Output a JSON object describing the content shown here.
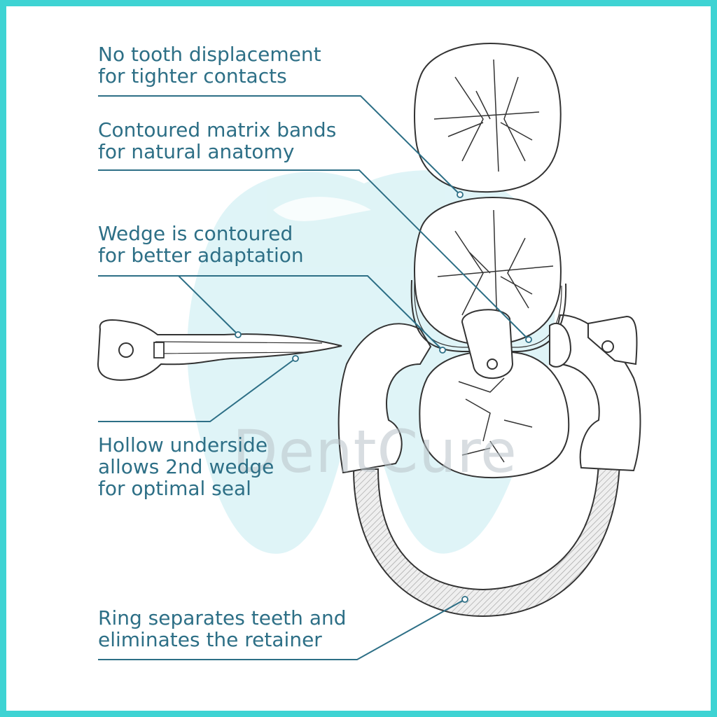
{
  "callouts": [
    {
      "line1": "No tooth displacement",
      "line2": "for tighter contacts"
    },
    {
      "line1": "Contoured matrix bands",
      "line2": "for natural anatomy"
    },
    {
      "line1": "Wedge is contoured",
      "line2": "for better adaptation"
    },
    {
      "line1": "Hollow underside",
      "line2": "allows 2nd wedge",
      "line3": "for optimal seal"
    },
    {
      "line1": "Ring separates teeth and",
      "line2": "eliminates the retainer"
    }
  ],
  "watermark": {
    "text": "DentCure"
  },
  "colors": {
    "border": "#3ed3d3",
    "callout": "#2d6f86",
    "watermark_shape": "#d6f2f5",
    "drawing": "#333333"
  }
}
